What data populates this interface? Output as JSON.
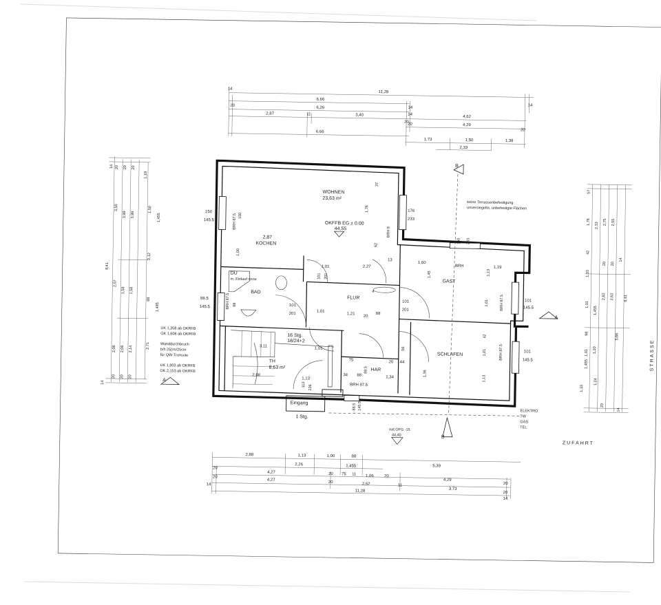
{
  "rooms": {
    "wohnen_name": "WOHNEN",
    "wohnen_area": "23,63 m²",
    "okffb": "OKFFB EG ± 0.00",
    "okffb_val": "44,55",
    "kochen_dim": "2,87",
    "kochen_name": "KOCHEN",
    "flur": "FLUR",
    "gast": "GAST",
    "schlafen": "SCHLAFEN",
    "bad": "BAD",
    "du": "DU",
    "du_sub": "m. Einlauf rinne",
    "har": "HAR",
    "th_name": "TH",
    "th_area": "8,63 m²",
    "stairs": "16 Stg.",
    "stairs_ratio": "18/24+2",
    "eingang": "Eingang",
    "stg1": "1 Stg."
  },
  "notes": {
    "terrace_1": "keine Terrassenbefestigung",
    "terrace_2": "unversiegelte, unbefestigte Flächen",
    "uk1": "UK 1,358 ab OKRFB",
    "ok1": "OK 1,608 ab OKRFB",
    "wand1": "Wanddurchbruch",
    "wand2": "b/h 25cm/25cm",
    "wand3": "für QW-Tronsole",
    "uk2": "UK 1,903 ab OKRFB",
    "ok2": "OK 2,153 ab OKRFB",
    "elektro": "ELEKTRO",
    "tw": "TW",
    "gas": "GAS",
    "tel": "TEL",
    "nat": "nat.OFG -15",
    "nat_val": "44,40",
    "zufahrt": "ZUFAHRT",
    "strasse": "STRASSE",
    "sec_a": "A",
    "sec_b": "B"
  },
  "top_dims": {
    "r1": [
      "14",
      "11,28",
      "14"
    ],
    "r2": [
      "6,66",
      "14"
    ],
    "r3": [
      "20",
      "6,26",
      "14"
    ],
    "r4": [
      "2,87",
      "11",
      "3,40",
      "20",
      "4,62"
    ],
    "r5": [
      "20",
      "4,29",
      "20"
    ],
    "r6": [
      "6,66"
    ],
    "r7": [
      "1,73",
      "1,50",
      "1,39"
    ],
    "r8": [
      "2,33"
    ]
  },
  "bottom_dims": {
    "r1": [
      "2,88",
      "1,13",
      "1,00",
      "88",
      "5,39"
    ],
    "r2": [
      "2,26",
      "1,455"
    ],
    "r3": [
      "20",
      "4,27",
      "20",
      "75",
      "11",
      "1,06",
      "20",
      "4,29",
      "20"
    ],
    "r4": [
      "20",
      "4,27",
      "20",
      "2,57",
      "11",
      "3,73",
      "20"
    ],
    "r5": [
      "14",
      "11,28",
      "14"
    ]
  },
  "left_dims": [
    "14",
    "20",
    "20",
    "20",
    "1,19",
    "3,50",
    "3,99",
    "3,99",
    "8,41",
    "1,50",
    "1,455",
    "2,12",
    "2,07",
    "1,58",
    "1,58",
    "88",
    "1,485",
    "2,06",
    "2,06",
    "2,14",
    "2,71",
    "20",
    "20",
    "20",
    "14"
  ],
  "right_dims": [
    "57",
    "1,76",
    "2,33",
    "2,75",
    "2,55",
    "42",
    "1,33",
    "20",
    "20",
    "14",
    "1,01",
    "1,455",
    "2,62",
    "2,62",
    "98",
    "1,20",
    "1,01",
    "1,455",
    "8,41",
    "5,66",
    "1,33",
    "1,24",
    "20",
    "14"
  ],
  "inner_dims": {
    "wohnen_150": "150",
    "wohnen_1455": "145.5",
    "brh_wo": "BRH 87.5",
    "wo_150": "150",
    "d176": "176",
    "d233": "233",
    "d37": "37",
    "d176b": "1,76",
    "d62": "62",
    "brh_k": "BRH 8",
    "d227": "2,27",
    "d13": "13",
    "d1005": "1,00",
    "d101a": "1,01",
    "d101b": "101",
    "d201a": "201",
    "d121": "1,21",
    "d20a": "20",
    "d88a": "88",
    "d4": "4",
    "gast_160": "1,60",
    "gast_119": "1,19",
    "gast_brh": "BRH",
    "gast_145": "1,45",
    "gast_113": "1,13",
    "gast_101": "1,01",
    "gast_brh2": "BRH 87.5",
    "gast_w101": "101",
    "gast_w145": "145.5",
    "gast_150": "150",
    "gast_233": "233",
    "bad_885": "88.5",
    "bad_1455": "145.5",
    "bad_brh": "BRH 87.5",
    "bad_88": "88",
    "sch_brh": "BRH 87.5",
    "sch_101": "1,01",
    "sch_42": "42",
    "sch_136": "1,36",
    "sch_113": "1,13",
    "sch_w101": "101",
    "sch_w145": "145.5",
    "har_75": "75",
    "har_34": "34",
    "har_88": "88",
    "har_134": "1,34",
    "har_brh": "BRH 87.5",
    "har_20": "20",
    "har_44": "44",
    "har_885": "88.5",
    "har_56": "56",
    "st_311": "3,11",
    "st_101": "1,01",
    "st_268": "2,68",
    "st_113": "1,13",
    "st_226": "226",
    "st_113b": "113",
    "st_885": "88.5",
    "st_1455": "145.5",
    "flur_101": "101",
    "flur_201": "201",
    "flur_101b": "1,01",
    "flur_101c": "101",
    "flur_201b": "201"
  }
}
